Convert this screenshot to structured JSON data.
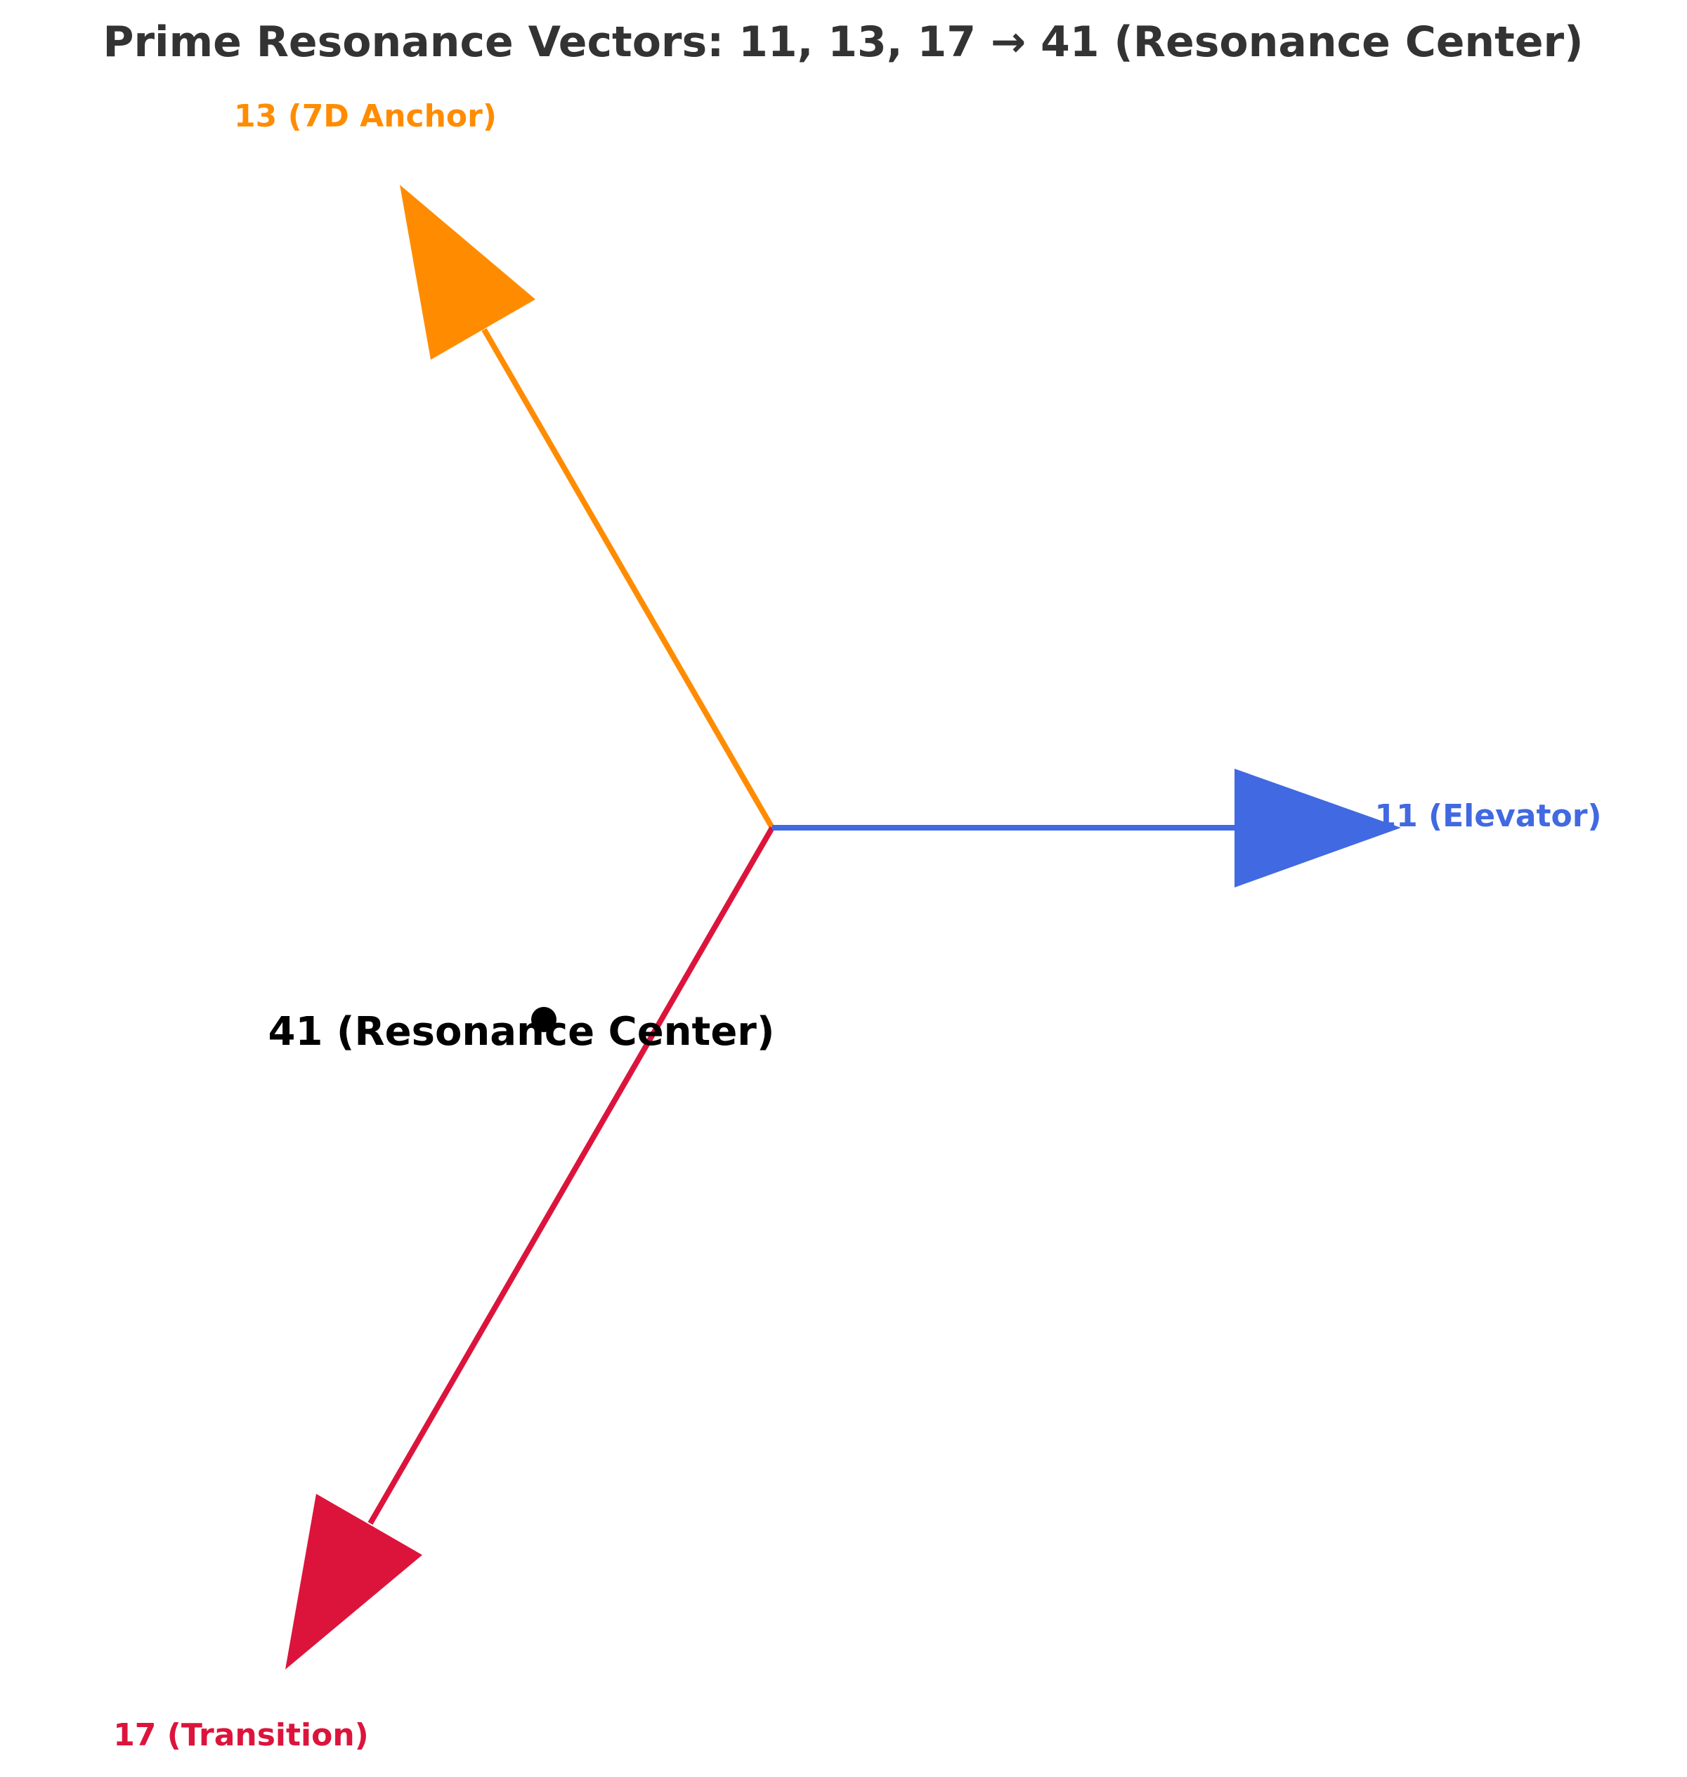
{
  "diagram": {
    "title": "Prime Resonance Vectors: 11, 13, 17 → 41 (Resonance Center)",
    "vectors": [
      {
        "prime": 11,
        "label": "11 (Elevator)",
        "color": "#4169e1"
      },
      {
        "prime": 13,
        "label": "13 (7D Anchor)",
        "color": "#ff8c00"
      },
      {
        "prime": 17,
        "label": "17 (Transition)",
        "color": "#dc143c"
      }
    ],
    "center": {
      "value": 41,
      "label": "41 (Resonance Center)",
      "color": "#000000"
    }
  }
}
